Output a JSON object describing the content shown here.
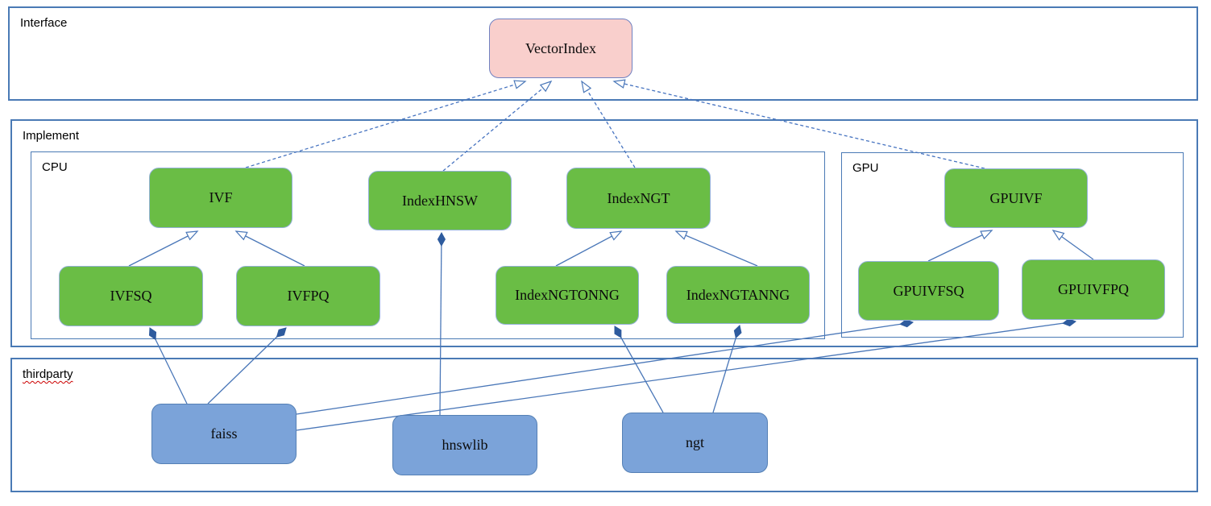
{
  "containers": {
    "interface": {
      "label": "Interface"
    },
    "implement": {
      "label": "Implement"
    },
    "cpu": {
      "label": "CPU"
    },
    "gpu": {
      "label": "GPU"
    },
    "thirdparty": {
      "label": "thirdparty"
    }
  },
  "nodes": {
    "vectorindex": {
      "label": "VectorIndex",
      "kind": "interface"
    },
    "ivf": {
      "label": "IVF",
      "kind": "cpu-class"
    },
    "indexhnsw": {
      "label": "IndexHNSW",
      "kind": "cpu-class"
    },
    "indexngt": {
      "label": "IndexNGT",
      "kind": "cpu-class"
    },
    "ivfsq": {
      "label": "IVFSQ",
      "kind": "cpu-class"
    },
    "ivfpq": {
      "label": "IVFPQ",
      "kind": "cpu-class"
    },
    "indexngtonng": {
      "label": "IndexNGTONNG",
      "kind": "cpu-class"
    },
    "indexngtanng": {
      "label": "IndexNGTANNG",
      "kind": "cpu-class"
    },
    "gpuivf": {
      "label": "GPUIVF",
      "kind": "gpu-class"
    },
    "gpuivfsq": {
      "label": "GPUIVFSQ",
      "kind": "gpu-class"
    },
    "gpuivfpq": {
      "label": "GPUIVFPQ",
      "kind": "gpu-class"
    },
    "faiss": {
      "label": "faiss",
      "kind": "thirdparty-lib"
    },
    "hnswlib": {
      "label": "hnswlib",
      "kind": "thirdparty-lib"
    },
    "ngt": {
      "label": "ngt",
      "kind": "thirdparty-lib"
    }
  },
  "edges": [
    {
      "from": "ivf",
      "to": "vectorindex",
      "type": "realization",
      "style": "dashed-open-triangle"
    },
    {
      "from": "indexhnsw",
      "to": "vectorindex",
      "type": "realization",
      "style": "dashed-open-triangle"
    },
    {
      "from": "indexngt",
      "to": "vectorindex",
      "type": "realization",
      "style": "dashed-open-triangle"
    },
    {
      "from": "gpuivf",
      "to": "vectorindex",
      "type": "realization",
      "style": "dashed-open-triangle"
    },
    {
      "from": "ivfsq",
      "to": "ivf",
      "type": "inheritance",
      "style": "solid-open-triangle"
    },
    {
      "from": "ivfpq",
      "to": "ivf",
      "type": "inheritance",
      "style": "solid-open-triangle"
    },
    {
      "from": "indexngtonng",
      "to": "indexngt",
      "type": "inheritance",
      "style": "solid-open-triangle"
    },
    {
      "from": "indexngtanng",
      "to": "indexngt",
      "type": "inheritance",
      "style": "solid-open-triangle"
    },
    {
      "from": "gpuivfsq",
      "to": "gpuivf",
      "type": "inheritance",
      "style": "solid-open-triangle"
    },
    {
      "from": "gpuivfpq",
      "to": "gpuivf",
      "type": "inheritance",
      "style": "solid-open-triangle"
    },
    {
      "from": "faiss",
      "to": "ivfsq",
      "type": "composition",
      "style": "solid-filled-diamond"
    },
    {
      "from": "faiss",
      "to": "ivfpq",
      "type": "composition",
      "style": "solid-filled-diamond"
    },
    {
      "from": "hnswlib",
      "to": "indexhnsw",
      "type": "composition",
      "style": "solid-filled-diamond"
    },
    {
      "from": "ngt",
      "to": "indexngtonng",
      "type": "composition",
      "style": "solid-filled-diamond"
    },
    {
      "from": "ngt",
      "to": "indexngtanng",
      "type": "composition",
      "style": "solid-filled-diamond"
    },
    {
      "from": "faiss",
      "to": "gpuivfsq",
      "type": "composition",
      "style": "solid-filled-diamond"
    },
    {
      "from": "faiss",
      "to": "gpuivfpq",
      "type": "composition",
      "style": "solid-filled-diamond"
    }
  ],
  "colors": {
    "container_border": "#4a7ab5",
    "edge_line": "#4a77b8",
    "dashed_edge_line": "#4673c0",
    "diamond_fill": "#2e5b9e",
    "green_node_fill": "#6abd45",
    "green_node_border": "#93b1d7",
    "pink_node_fill": "#f9cfcc",
    "pink_node_border": "#7081c1",
    "blue_node_fill": "#7ba3d9",
    "blue_node_border": "#5580b5",
    "spellcheck_underline": "#cc0000"
  }
}
